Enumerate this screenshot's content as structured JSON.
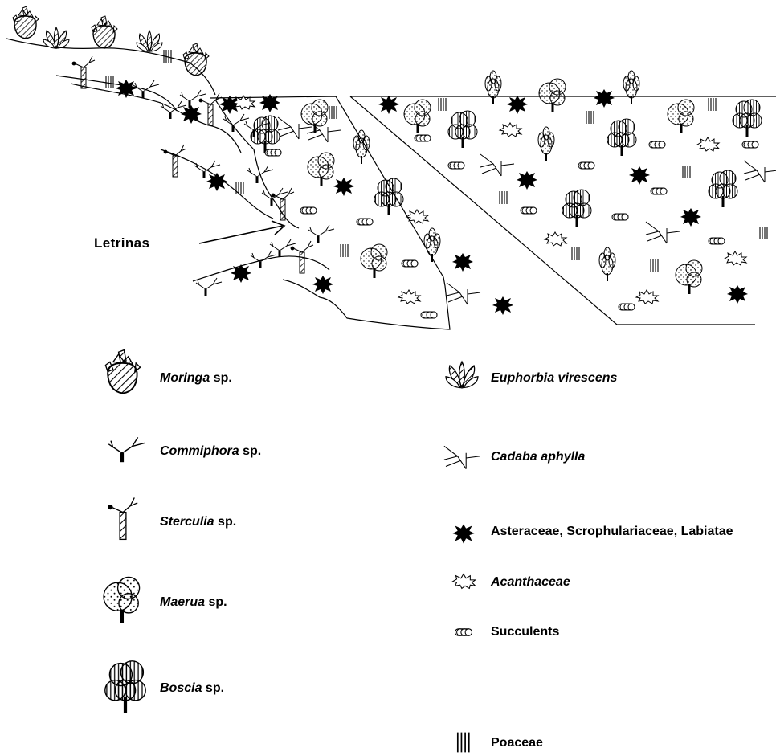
{
  "callout": "Letrinas",
  "legend": {
    "moringa": {
      "genus": "Moringa",
      "suffix": " sp."
    },
    "commiphora": {
      "genus": "Commiphora",
      "suffix": " sp."
    },
    "sterculia": {
      "genus": "Sterculia",
      "suffix": " sp."
    },
    "maerua": {
      "genus": "Maerua",
      "suffix": " sp."
    },
    "boscia": {
      "genus": "Boscia",
      "suffix": " sp."
    },
    "euphorbia": {
      "name": "Euphorbia virescens"
    },
    "cadaba": {
      "name": "Cadaba aphylla"
    },
    "asteraceae": {
      "name": "Asteraceae, Scrophulariaceae, Labiatae"
    },
    "acanthaceae": {
      "name": "Acanthaceae"
    },
    "succulents": {
      "name": "Succulents"
    },
    "poaceae": {
      "name": "Poaceae"
    }
  },
  "icons": [
    "moringa-icon",
    "commiphora-icon",
    "sterculia-icon",
    "maerua-icon",
    "boscia-icon",
    "euphorbia-icon",
    "cadaba-icon",
    "asteraceae-icon",
    "acanthaceae-icon",
    "succulent-icon",
    "poaceae-icon"
  ]
}
